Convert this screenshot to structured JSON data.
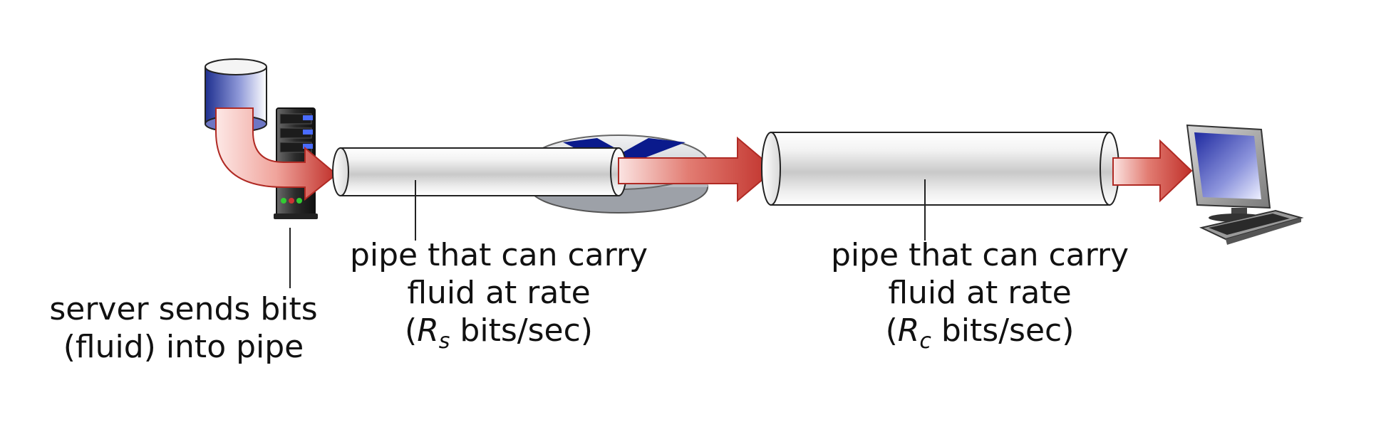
{
  "labels": {
    "server": {
      "line1": "server sends bits",
      "line2": "(fluid) into pipe"
    },
    "pipe_s": {
      "line1": "pipe that can carry",
      "line2": "fluid at rate",
      "open": "(",
      "rate_symbol": "R",
      "rate_subscript": "s",
      "rate_unit": " bits/sec)"
    },
    "pipe_c": {
      "line1": "pipe that can carry",
      "line2": "fluid at rate",
      "open": "(",
      "rate_symbol": "R",
      "rate_subscript": "c",
      "rate_unit": " bits/sec)"
    }
  },
  "colors": {
    "flow_arrow": "#c0302a",
    "pipe_stroke": "#222222",
    "database": "#2d3f9e",
    "router_icon": "#0a1a8c",
    "monitor_screen": "#3040b0"
  },
  "icons": [
    "database-icon",
    "server-tower-icon",
    "router-icon",
    "desktop-computer-icon"
  ]
}
